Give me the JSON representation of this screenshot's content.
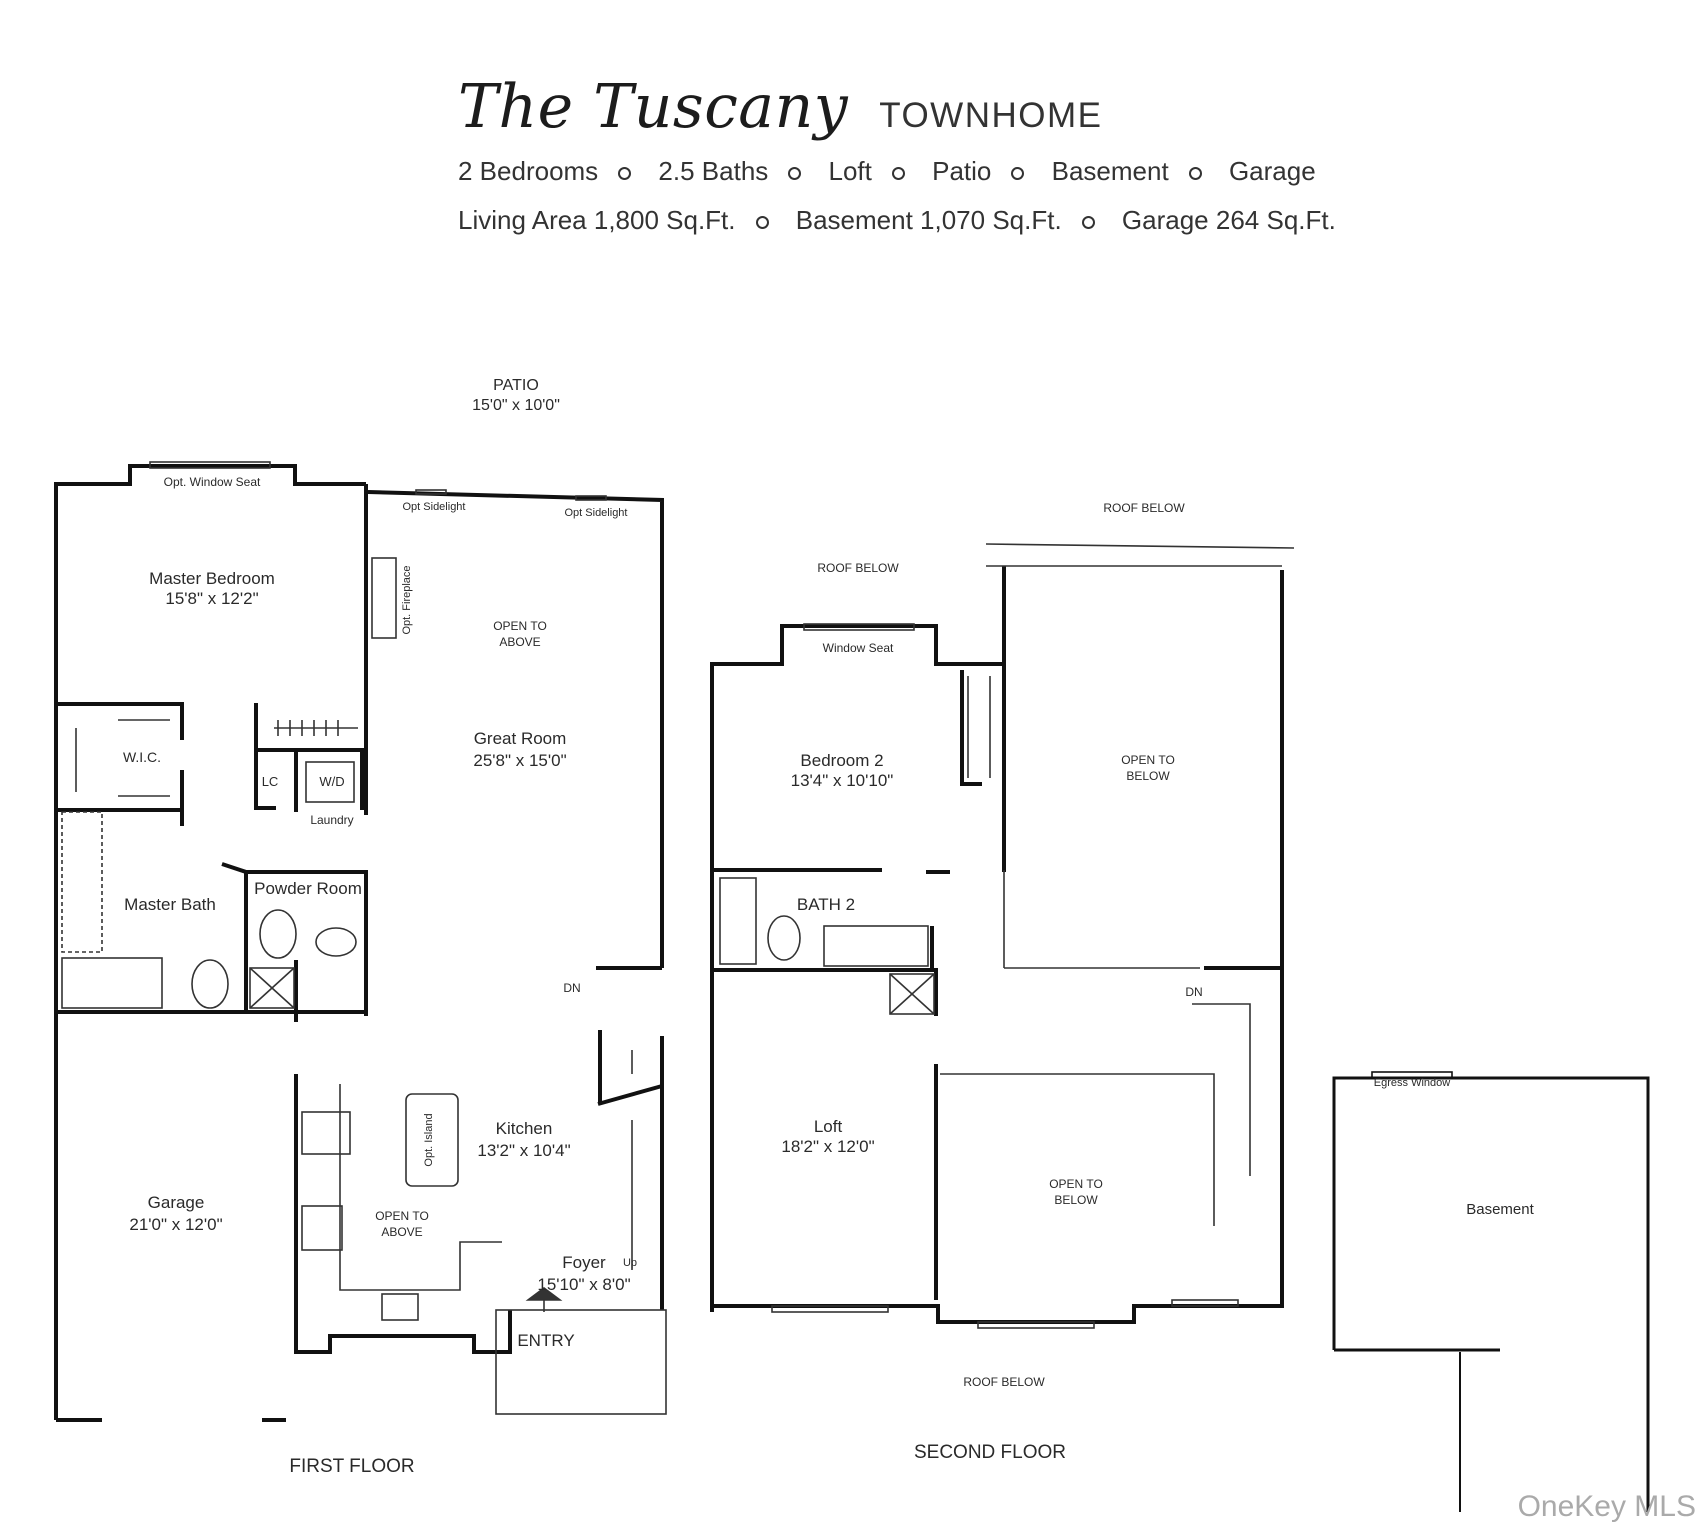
{
  "header": {
    "title": "The Tuscany",
    "subtitle": "TOWNHOME",
    "features": [
      "2 Bedrooms",
      "2.5 Baths",
      "Loft",
      "Patio",
      "Basement",
      "Garage"
    ],
    "areas": [
      "Living Area 1,800 Sq.Ft.",
      "Basement 1,070 Sq.Ft.",
      "Garage 264 Sq.Ft."
    ]
  },
  "first_floor": {
    "caption": "FIRST FLOOR",
    "patio_name": "PATIO",
    "patio_size": "15'0\" x 10'0\"",
    "window_seat_note": "Opt. Window Seat",
    "slider_note_left": "Opt Sidelight",
    "slider_note_right": "Opt Sidelight",
    "fireplace_note": "Opt. Fireplace",
    "open_above_top": [
      "OPEN TO",
      "ABOVE"
    ],
    "master_bedroom_name": "Master Bedroom",
    "master_bedroom_size": "15'8\" x 12'2\"",
    "great_room_name": "Great Room",
    "great_room_size": "25'8\" x 15'0\"",
    "wic": "W.I.C.",
    "lc": "LC",
    "wd": "W/D",
    "laundry": "Laundry",
    "master_bath": "Master Bath",
    "powder_room": "Powder Room",
    "dn": "DN",
    "kitchen_name": "Kitchen",
    "kitchen_size": "13'2\" x 10'4\"",
    "island_note": "Opt. Island",
    "open_above_kitchen": [
      "OPEN TO",
      "ABOVE"
    ],
    "garage_name": "Garage",
    "garage_size": "21'0\" x 12'0\"",
    "foyer_name": "Foyer",
    "foyer_size": "15'10\" x 8'0\"",
    "up": "Up",
    "entry": "ENTRY"
  },
  "second_floor": {
    "caption": "SECOND FLOOR",
    "roof_below_top": "ROOF BELOW",
    "roof_below_left": "ROOF BELOW",
    "roof_below_bottom": "ROOF BELOW",
    "window_seat": "Window Seat",
    "bedroom2_name": "Bedroom 2",
    "bedroom2_size": "13'4\" x 10'10\"",
    "open_below_top": [
      "OPEN TO",
      "BELOW"
    ],
    "bath2": "BATH 2",
    "dn": "DN",
    "loft_name": "Loft",
    "loft_size": "18'2\" x 12'0\"",
    "open_below_bottom": [
      "OPEN TO",
      "BELOW"
    ]
  },
  "basement": {
    "egress": "Egress Window",
    "name": "Basement"
  },
  "watermark": "OneKey MLS"
}
